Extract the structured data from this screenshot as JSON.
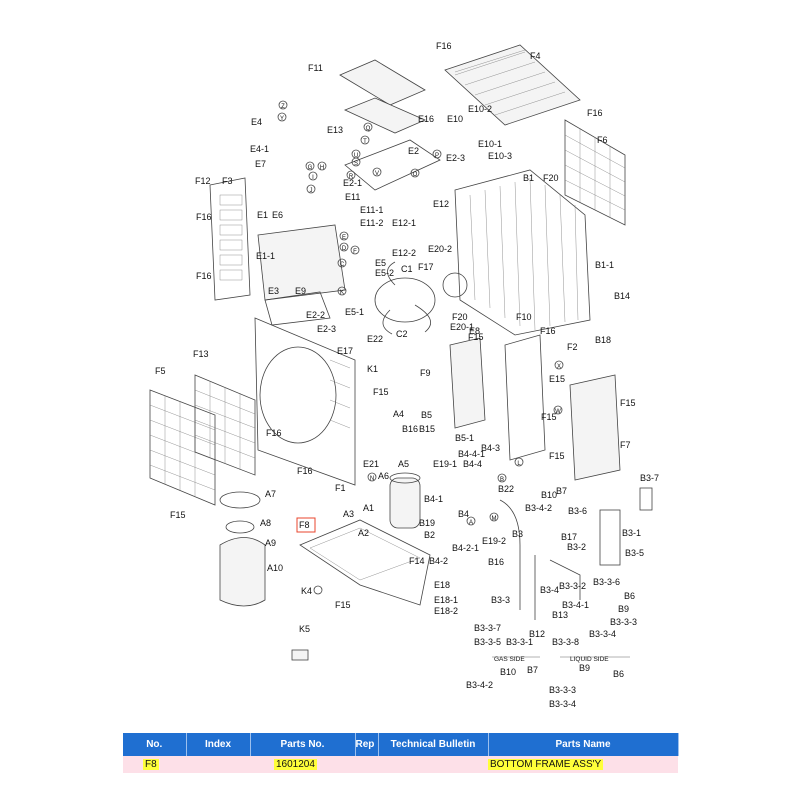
{
  "diagram": {
    "labels": {
      "F16a": "F16",
      "F4": "F4",
      "F16b": "F16",
      "F11": "F11",
      "E10-2": "E10-2",
      "E10": "E10",
      "E16": "E16",
      "F6": "F6",
      "E4": "E4",
      "E13": "E13",
      "E10-1": "E10-1",
      "E10-3": "E10-3",
      "E2": "E2",
      "E4-1": "E4-1",
      "E2-3": "E2-3",
      "E7": "E7",
      "E2-1": "E2-1",
      "B1": "B1",
      "F20": "F20",
      "F12": "F12",
      "F3": "F3",
      "E11": "E11",
      "E12": "E12",
      "F16c": "F16",
      "E6": "E6",
      "E1": "E1",
      "E11-1": "E11-1",
      "E11-2": "E11-2",
      "E12-1": "E12-1",
      "E1-1": "E1-1",
      "E12-2": "E12-2",
      "E20-2": "E20-2",
      "F16d": "F16",
      "E5": "E5",
      "E5-2": "E5-2",
      "C1": "C1",
      "F17": "F17",
      "B1-1": "B1-1",
      "B14": "B14",
      "E3": "E3",
      "E9": "E9",
      "E2-2": "E2-2",
      "E5-1": "E5-1",
      "F10": "F10",
      "E2-3b": "E2-3",
      "F20b": "F20",
      "E20-1": "E20-1",
      "E8": "E8",
      "F16e": "F16",
      "E22": "E22",
      "C2": "C2",
      "F15a": "F15",
      "F2": "F2",
      "B18": "B18",
      "E17": "E17",
      "F13": "F13",
      "K1": "K1",
      "F9": "F9",
      "E15": "E15",
      "F5": "F5",
      "F15b": "F15",
      "A4": "A4",
      "B5": "B5",
      "B16": "B16",
      "B15": "B15",
      "B5-1": "B5-1",
      "F15c": "F15",
      "F16f": "F16",
      "F15d": "F15",
      "F7": "F7",
      "B4-3": "B4-3",
      "B4-4-1": "B4-4-1",
      "E21": "E21",
      "A5": "A5",
      "B4-4": "B4-4",
      "E19-1": "E19-1",
      "F16g": "F16",
      "F15e": "F15",
      "A6": "A6",
      "F1": "F1",
      "B22": "B22",
      "B10": "B10",
      "B7": "B7",
      "B3-7": "B3-7",
      "A7": "A7",
      "B4-1": "B4-1",
      "B3-4-2": "B3-4-2",
      "B3-6": "B3-6",
      "F15f": "F15",
      "A3": "A3",
      "A1": "A1",
      "F8": "F8",
      "B19": "B19",
      "B4": "B4",
      "B17": "B17",
      "B3-1": "B3-1",
      "A8": "A8",
      "A2": "A2",
      "B2": "B2",
      "E19-2": "E19-2",
      "B3": "B3",
      "B3-2": "B3-2",
      "A9": "A9",
      "B4-2-1": "B4-2-1",
      "B3-5": "B3-5",
      "A10": "A10",
      "F14": "F14",
      "B4-2": "B4-2",
      "B16b": "B16",
      "B3-3-6": "B3-3-6",
      "E18": "E18",
      "B3-4": "B3-4",
      "B3-3-2": "B3-3-2",
      "K4": "K4",
      "B6": "B6",
      "F15g": "F15",
      "E18-1": "E18-1",
      "B3-3": "B3-3",
      "B3-4-1": "B3-4-1",
      "B9": "B9",
      "E18-2": "E18-2",
      "B13": "B13",
      "B3-3-3": "B3-3-3",
      "B3-3-7": "B3-3-7",
      "B3-3-4": "B3-3-4",
      "B12": "B12",
      "B3-3-5": "B3-3-5",
      "B3-3-1": "B3-3-1",
      "B3-3-8": "B3-3-8",
      "K5": "K5",
      "gas_side": "GAS SIDE",
      "liquid_side": "LIQUID SIDE",
      "B10b": "B10",
      "B7b": "B7",
      "B9b": "B9",
      "B6b": "B6",
      "B3-4-2b": "B3-4-2",
      "B3-3-3b": "B3-3-3",
      "B3-3-4b": "B3-3-4"
    },
    "callouts": {
      "Z": "Z",
      "Y": "Y",
      "X": "X",
      "W": "W",
      "V": "V",
      "U": "U",
      "T": "T",
      "S": "S",
      "R": "R",
      "Q": "Q",
      "P": "P",
      "O": "O",
      "N": "N",
      "M": "M",
      "L": "L",
      "K": "K",
      "J": "J",
      "I": "I",
      "H": "H",
      "G": "G",
      "F": "F",
      "E": "E",
      "D": "D",
      "C": "C",
      "B": "B",
      "A": "A"
    },
    "highlight_color": "#e8452c"
  },
  "table": {
    "headers": [
      "No.",
      "Index",
      "Parts No.",
      "Rep",
      "Technical Bulletin",
      "Parts Name"
    ],
    "rows": [
      {
        "no": "F8",
        "index": "",
        "parts_no": "1601204",
        "rep": "",
        "bulletin": "",
        "name": "BOTTOM FRAME ASS'Y"
      }
    ],
    "header_color": "#1f6fd1",
    "row_color": "#fde0e8",
    "highlight_color": "#ffff3a"
  }
}
